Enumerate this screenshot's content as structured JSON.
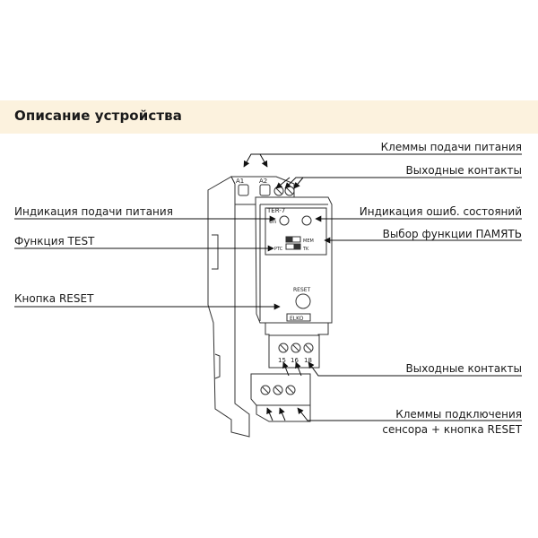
{
  "page": {
    "title": "Описание устройства"
  },
  "callouts": {
    "power_terminals": "Клеммы подачи питания",
    "output_contacts_top": "Выходные контакты",
    "power_indication": "Индикация подачи питания",
    "error_indication": "Индикация ошиб. состояний",
    "test_function": "Функция  TEST",
    "memory_select": "Выбор функции ПАМЯТЬ",
    "reset_button": "Кнопка RESET",
    "output_contacts_bottom": "Выходные контакты",
    "sensor_terminals_line1": "Клеммы подключения",
    "sensor_terminals_line2": "сенсора  + кнопка RESET"
  },
  "device": {
    "model": "TER-7",
    "terminal_a1": "A1",
    "terminal_a2": "A2",
    "un_label": "Un",
    "mem_label": "MEM",
    "ptc_label": "PTC",
    "tk_label": "TK",
    "reset_label": "RESET",
    "brand": "ELKO",
    "terminal_15": "15",
    "terminal_16": "16",
    "terminal_18": "18"
  }
}
